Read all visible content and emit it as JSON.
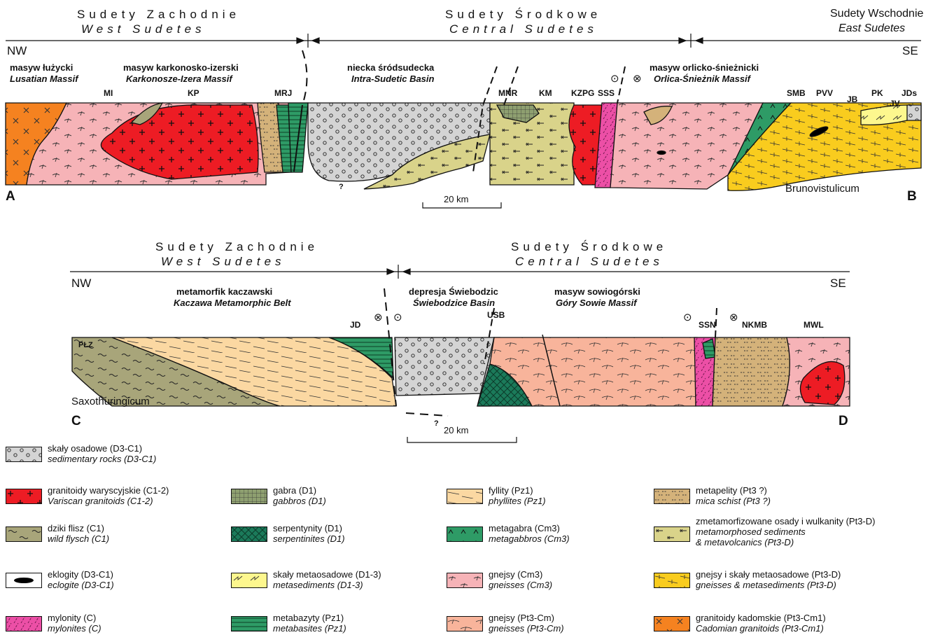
{
  "section_ab": {
    "region_west_pl": "Sudety Zachodnie",
    "region_west_en": "West Sudetes",
    "region_central_pl": "Sudety Środkowe",
    "region_central_en": "Central Sudetes",
    "region_east_pl": "Sudety Wschodnie",
    "region_east_en": "East Sudetes",
    "nw": "NW",
    "se": "SE",
    "start": "A",
    "end": "B",
    "units": [
      {
        "pl": "masyw łużycki",
        "en": "Lusatian Massif"
      },
      {
        "pl": "masyw karkonosko-izerski",
        "en": "Karkonosze-Izera Massif"
      },
      {
        "pl": "niecka śródsudecka",
        "en": "Intra-Sudetic Basin"
      },
      {
        "pl": "masyw orlicko-śnieżnicki",
        "en": "Orlica-Śnieżnik Massif"
      }
    ],
    "abbrevs": [
      "MI",
      "KP",
      "MRJ",
      "MNR",
      "KM",
      "KZPG",
      "SSS",
      "SMB",
      "PVV",
      "JB",
      "PK",
      "JV",
      "JDs"
    ],
    "basement_label": "Brunovistulicum",
    "scale_label": "20 km",
    "query": "?"
  },
  "section_cd": {
    "region_west_pl": "Sudety Zachodnie",
    "region_west_en": "West Sudetes",
    "region_central_pl": "Sudety Środkowe",
    "region_central_en": "Central Sudetes",
    "nw": "NW",
    "se": "SE",
    "start": "C",
    "end": "D",
    "units": [
      {
        "pl": "metamorfik kaczawski",
        "en": "Kaczawa Metamorphic Belt"
      },
      {
        "pl": "depresja Świebodzic",
        "en": "Świebodzice Basin"
      },
      {
        "pl": "masyw sowiogórski",
        "en": "Góry Sowie Massif"
      }
    ],
    "abbrevs": [
      "PŁZ",
      "JD",
      "USB",
      "SSN",
      "NKMB",
      "MWL"
    ],
    "basement_label": "Saxothuringicum",
    "scale_label": "20 km",
    "query": "?"
  },
  "colors": {
    "sediment": "#d4d4d4",
    "granite": "#ed1c24",
    "flysch": "#a8a57a",
    "eclogite": "#000000",
    "mylonite": "#ec4fa6",
    "gabbro": "#8e9f70",
    "serpentinite": "#1b7a5a",
    "metasediment": "#fdf78e",
    "metabasite": "#2e9b66",
    "phyllite": "#fbd8a2",
    "metagabbro": "#2e9b66",
    "gneiss_cm": "#f6b3b7",
    "gneiss_pt": "#f8b49b",
    "micaschist": "#d4b27a",
    "metavolcanic": "#d9d38a",
    "gneiss_meta": "#f9cc1e",
    "cadomian": "#f58220"
  },
  "legend": [
    {
      "key": "sediment",
      "pl": "skały osadowe (D3-C1)",
      "en": "sedimentary rocks (D3-C1)"
    },
    {
      "key": "granite",
      "pl": "granitoidy waryscyjskie (C1-2)",
      "en": "Variscan granitoids (C1-2)"
    },
    {
      "key": "flysch",
      "pl": "dziki flisz (C1)",
      "en": "wild flysch (C1)"
    },
    {
      "key": "eclogite",
      "pl": "eklogity (D3-C1)",
      "en": "eclogite (D3-C1)"
    },
    {
      "key": "mylonite",
      "pl": "mylonity (C)",
      "en": "mylonites (C)"
    },
    {
      "key": "gabbro",
      "pl": "gabra (D1)",
      "en": "gabbros (D1)"
    },
    {
      "key": "serpentinite",
      "pl": "serpentynity (D1)",
      "en": "serpentinites (D1)"
    },
    {
      "key": "metasediment",
      "pl": "skały metaosadowe (D1-3)",
      "en": "metasediments (D1-3)"
    },
    {
      "key": "metabasite",
      "pl": "metabazyty (Pz1)",
      "en": "metabasites (Pz1)"
    },
    {
      "key": "phyllite",
      "pl": "fyllity (Pz1)",
      "en": "phyllites (Pz1)"
    },
    {
      "key": "metagabbro",
      "pl": "metagabra (Cm3)",
      "en": "metagabbros (Cm3)"
    },
    {
      "key": "gneiss_cm",
      "pl": "gnejsy (Cm3)",
      "en": "gneisses (Cm3)"
    },
    {
      "key": "gneiss_pt",
      "pl": "gnejsy (Pt3-Cm)",
      "en": "gneisses (Pt3-Cm)"
    },
    {
      "key": "micaschist",
      "pl": "metapelity (Pt3 ?)",
      "en": "mica schist (Pt3 ?)"
    },
    {
      "key": "metavolcanic",
      "pl": "zmetamorfizowane osady i wulkanity (Pt3-D)",
      "en": "metamorphosed sediments",
      "en2": "& metavolcanics (Pt3-D)"
    },
    {
      "key": "gneiss_meta",
      "pl": "gnejsy i skały metaosadowe (Pt3-D)",
      "en": "gneisses & metasediments (Pt3-D)"
    },
    {
      "key": "cadomian",
      "pl": "granitoidy kadomskie (Pt3-Cm1)",
      "en": "Cadomian granitoids (Pt3-Cm1)"
    }
  ]
}
